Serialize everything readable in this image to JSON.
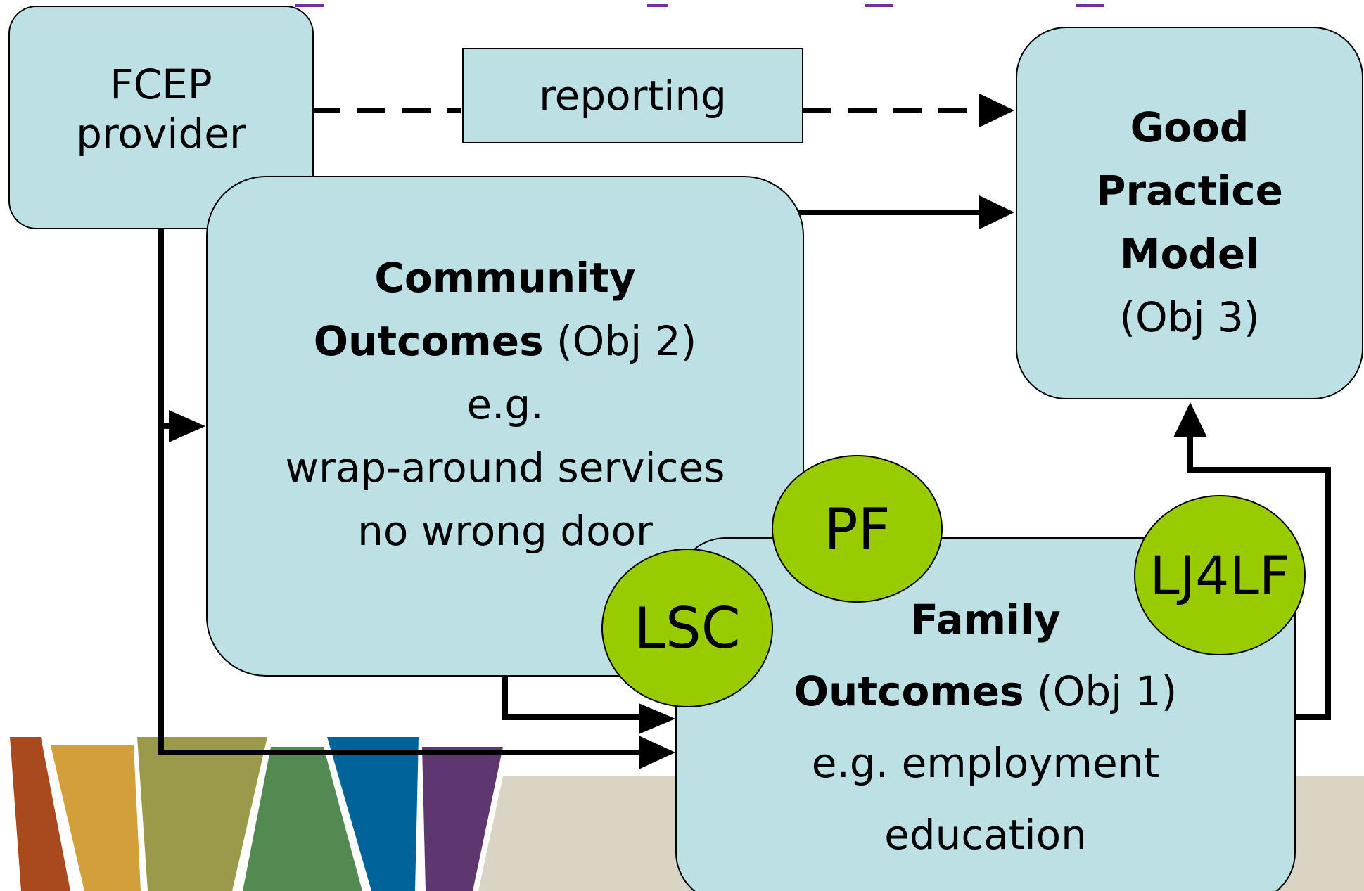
{
  "colors": {
    "box_fill": "#bce0e3",
    "circle_fill": "#99cc00",
    "title_purple": "#7030a0",
    "banner_ground": "#d9d4c3",
    "banner_stripes": [
      "#a84a1e",
      "#d39f3a",
      "#9b9a4a",
      "#538a52",
      "#00639a",
      "#5e3670"
    ]
  },
  "nodes": {
    "fcep_provider": {
      "line1": "FCEP",
      "line2": "provider"
    },
    "reporting": {
      "label": "reporting"
    },
    "good_practice_model": {
      "line1": "Good",
      "line2": "Practice",
      "line3": "Model",
      "line4": "(Obj 3)"
    },
    "community_outcomes": {
      "line1": "Community",
      "line2_bold": "Outcomes",
      "line2_rest": " (Obj 2)",
      "line3": "e.g.",
      "line4": "wrap-around services",
      "line5": "no wrong door"
    },
    "family_outcomes": {
      "line1": "Family",
      "line2_bold": "Outcomes",
      "line2_rest": " (Obj 1)",
      "line3": "e.g. employment",
      "line4": "education"
    }
  },
  "badges": {
    "pf": "PF",
    "lsc": "LSC",
    "lj4lf": "LJ4LF"
  },
  "banner": {
    "icon": "color-stripes-logo"
  }
}
